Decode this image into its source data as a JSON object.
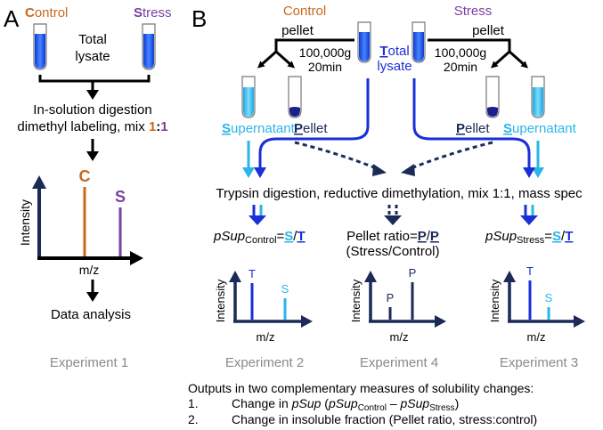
{
  "colors": {
    "control": "#c8691c",
    "stress": "#7b3fa0",
    "navy": "#1b2a57",
    "blue": "#1a2fd8",
    "cyan": "#29b6e8",
    "gray": "#8a8a8a",
    "black": "#000000"
  },
  "panelA": {
    "panel_label": "A",
    "control_initial": "C",
    "control_rest": "ontrol",
    "stress_initial": "S",
    "stress_rest": "tress",
    "total_line1": "Total",
    "total_line2": "lysate",
    "step_line1": "In-solution digestion",
    "step_line2_prefix": "dimethyl labeling, mix ",
    "ratio_left": "1",
    "ratio_sep": ":",
    "ratio_right": "1",
    "peak_c": "C",
    "peak_s": "S",
    "y_axis": "Intensity",
    "x_axis": "m/z",
    "result": "Data analysis",
    "experiment": "Experiment 1"
  },
  "panelB": {
    "panel_label": "B",
    "control": "Control",
    "stress": "Stress",
    "pellet_left": "pellet",
    "pellet_right": "pellet",
    "spin_left_line1": "100,000g",
    "spin_left_line2": "20min",
    "spin_right_line1": "100,000g",
    "spin_right_line2": "20min",
    "total_initial": "T",
    "total_rest": "otal",
    "total_line2": "lysate",
    "sup_left_initial": "S",
    "sup_left_rest": "upernatant",
    "pellet_left_initial": "P",
    "pellet_left_rest": "ellet",
    "pellet_right_initial": "P",
    "pellet_right_rest": "ellet",
    "sup_right_initial": "S",
    "sup_right_rest": "upernatant",
    "process": "Trypsin digestion, reductive dimethylation, mix 1:1, mass spec",
    "psup": "pSup",
    "sub_control": "Control",
    "sub_stress": "Stress",
    "eq": "=",
    "S": "S",
    "slash": "/",
    "T": "T",
    "pellet_ratio_prefix": "Pellet ratio=",
    "P": "P",
    "stress_control": "(Stress/Control)",
    "ms_y": "Intensity",
    "ms_x": "m/z",
    "peak_T": "T",
    "peak_S": "S",
    "peak_P": "P",
    "experiment2": "Experiment 2",
    "experiment4": "Experiment 4",
    "experiment3": "Experiment 3"
  },
  "outputs": {
    "heading": "Outputs in two complementary measures of solubility changes:",
    "item1_num": "1.",
    "item1_text": "Change in ",
    "item1_psup": "pSup",
    "item1_open": " (",
    "item1_minus": " – ",
    "item1_close": ")",
    "item2_num": "2.",
    "item2_text": "Change in insoluble fraction (Pellet ratio, stress:control)"
  }
}
